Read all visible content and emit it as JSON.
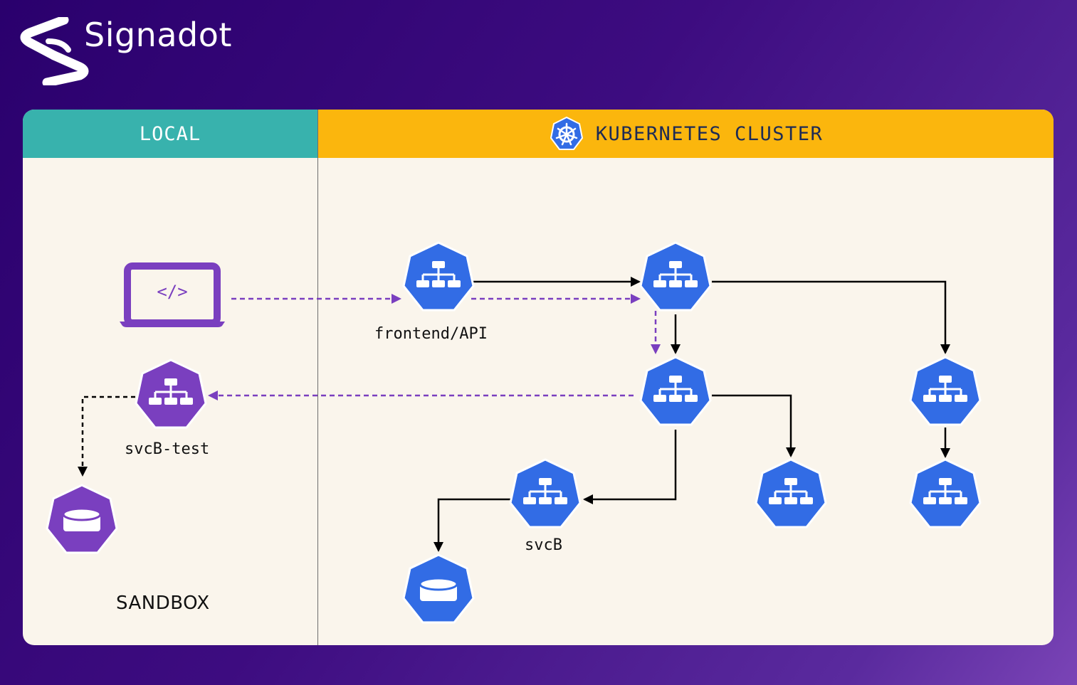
{
  "brand": {
    "name": "Signadot",
    "logo_icon": "signadot-logo-icon"
  },
  "panels": {
    "local": {
      "title": "LOCAL",
      "color": "#38b2ad"
    },
    "cluster": {
      "title": "KUBERNETES CLUSTER",
      "color": "#fbb60d",
      "icon": "kubernetes-wheel-icon"
    }
  },
  "labels": {
    "frontend": "frontend/API",
    "svcb_test": "svcB-test",
    "svcb": "svcB",
    "sandbox": "SANDBOX",
    "code": "</>"
  },
  "colors": {
    "k8s_node": "#326ce5",
    "sandbox_node": "#7a3fbf",
    "request_arrow": "#000000",
    "routed_arrow": "#7a3fbf"
  },
  "icons": [
    "laptop-icon",
    "service-icon",
    "database-icon",
    "kubernetes-wheel-icon"
  ]
}
